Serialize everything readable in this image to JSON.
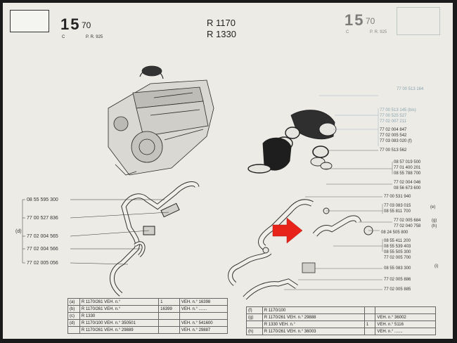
{
  "header_left": {
    "code_main": "15",
    "code_sub": "70",
    "letter": "C",
    "ref": "P. R. 925"
  },
  "header_center": {
    "model1": "R 1170",
    "model2": "R 1330"
  },
  "header_right": {
    "code_main": "15",
    "code_sub": "70",
    "letter": "C",
    "ref": "P. R. 925"
  },
  "left_section": {
    "section_tag": "(d)",
    "parts": [
      "08 55 595 300",
      "77 00 527 836",
      "77 02 004 565",
      "77 02 004 566",
      "77 02 005 056"
    ]
  },
  "right_top_section": {
    "parts": [
      "77 00 513 164",
      "77 00 513 145 (bis)",
      "77 00 525 527",
      "77 02 007 211",
      "77 02 004 847",
      "77 02 005 542",
      "77 03 083 020 (f)",
      "77 00 513 562",
      "08 57 019 500",
      "77 01 400 201",
      "08 55 788 700",
      "77 02 004 046",
      "08 56 673 600"
    ]
  },
  "right_bottom_section": {
    "tag_e": "(e)",
    "tag_g": "(g)",
    "tag_h": "(h)",
    "tag_i": "(i)",
    "parts": [
      "77 00 531 940",
      "77 03 083 015",
      "08 55 811 700",
      "77 02 005 684",
      "77 02 040 758",
      "08 24 505 800",
      "08 55 411 200",
      "08 55 539 403",
      "08 55 505 300",
      "77 02 005 700",
      "08 55 083 300",
      "77 02 005 886",
      "77 02 005 885"
    ]
  },
  "table_left": {
    "rows": [
      {
        "tag": "(a)",
        "text": "R 1170/261 VEH. n.°",
        "from": "1",
        "to": "VEH. n.° 16398"
      },
      {
        "tag": "(b)",
        "text": "R 1170/261 VEH. n.°",
        "from": "16399",
        "to": "VEH. n.° ......."
      },
      {
        "tag": "(c)",
        "text": "R 1330",
        "from": "",
        "to": ""
      },
      {
        "tag": "(d)",
        "text": "R 1170/100 VEH. n.° 350501",
        "from": "",
        "to": "VEH. n.° 541600"
      },
      {
        "tag": "",
        "text": "R 1170/261 VEH. n.° 29889",
        "from": "",
        "to": "VEH. n.° 29887"
      }
    ]
  },
  "table_right": {
    "rows": [
      {
        "tag": "(f)",
        "text": "R 1170/100",
        "from": "",
        "to": ""
      },
      {
        "tag": "(g)",
        "text": "R 1170/261 VEH. n.° 29888",
        "from": "",
        "to": "VEH. n.° 36002"
      },
      {
        "tag": "",
        "text": "R 1330 VEH. n.°",
        "from": "1",
        "to": "VEH. n.° 5116"
      },
      {
        "tag": "(h)",
        "text": "R 1170/261 VEH. n.° 36003",
        "from": "",
        "to": "VEH. n.° ......."
      }
    ]
  },
  "colors": {
    "paper": "#ecebe6",
    "ink": "#222222",
    "arrow": "#e8231a",
    "faint": "#8aa3ad"
  }
}
